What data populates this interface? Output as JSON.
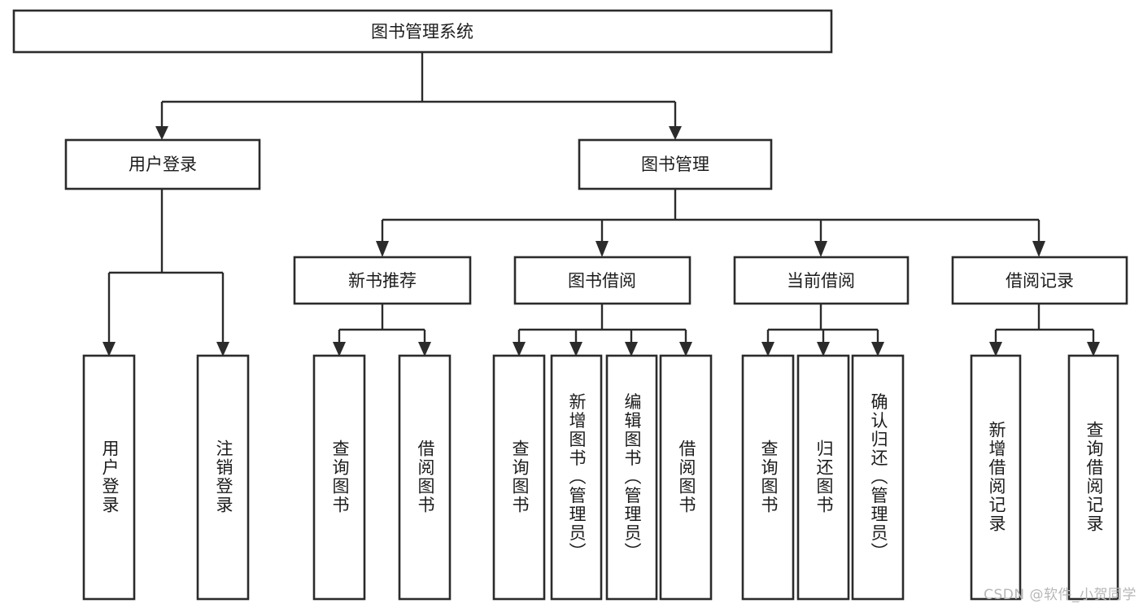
{
  "diagram": {
    "title": "图书管理系统",
    "type": "tree-hierarchy-chart",
    "root": {
      "id": "root",
      "label": "图书管理系统",
      "orientation": "horizontal"
    },
    "level2": [
      {
        "id": "user-login",
        "label": "用户登录",
        "orientation": "horizontal"
      },
      {
        "id": "book-management",
        "label": "图书管理",
        "orientation": "horizontal"
      }
    ],
    "level3": [
      {
        "id": "new-book-recommend",
        "label": "新书推荐",
        "orientation": "horizontal"
      },
      {
        "id": "book-borrow",
        "label": "图书借阅",
        "orientation": "horizontal"
      },
      {
        "id": "current-borrow",
        "label": "当前借阅",
        "orientation": "horizontal"
      },
      {
        "id": "borrow-record",
        "label": "借阅记录",
        "orientation": "horizontal"
      }
    ],
    "leaves": {
      "user_login": [
        {
          "id": "leaf-user-login",
          "label": "用户登录",
          "orientation": "vertical"
        },
        {
          "id": "leaf-logout-login",
          "label": "注销登录",
          "orientation": "vertical"
        }
      ],
      "new_book_recommend": [
        {
          "id": "leaf-query-book-1",
          "label": "查询图书",
          "orientation": "vertical"
        },
        {
          "id": "leaf-borrow-book-1",
          "label": "借阅图书",
          "orientation": "vertical"
        }
      ],
      "book_borrow": [
        {
          "id": "leaf-query-book-2",
          "label": "查询图书",
          "orientation": "vertical"
        },
        {
          "id": "leaf-add-book",
          "label": "新增图书（管理员）",
          "orientation": "vertical"
        },
        {
          "id": "leaf-edit-book",
          "label": "编辑图书（管理员）",
          "orientation": "vertical"
        },
        {
          "id": "leaf-borrow-book-2",
          "label": "借阅图书",
          "orientation": "vertical"
        }
      ],
      "current_borrow": [
        {
          "id": "leaf-query-book-3",
          "label": "查询图书",
          "orientation": "vertical"
        },
        {
          "id": "leaf-return-book",
          "label": "归还图书",
          "orientation": "vertical"
        },
        {
          "id": "leaf-confirm-return",
          "label": "确认归还（管理员）",
          "orientation": "vertical"
        }
      ],
      "borrow_record": [
        {
          "id": "leaf-add-borrow-record",
          "label": "新增借阅记录",
          "orientation": "vertical"
        },
        {
          "id": "leaf-query-borrow-record",
          "label": "查询借阅记录",
          "orientation": "vertical"
        }
      ]
    },
    "colors": {
      "box_stroke": "#2b2b2b",
      "box_fill": "#ffffff",
      "connector": "#2b2b2b",
      "text": "#1c1c1c",
      "background": "#ffffff",
      "watermark": "#b6b6b6"
    }
  },
  "watermark": {
    "text": "CSDN @软件_小贺同学"
  }
}
